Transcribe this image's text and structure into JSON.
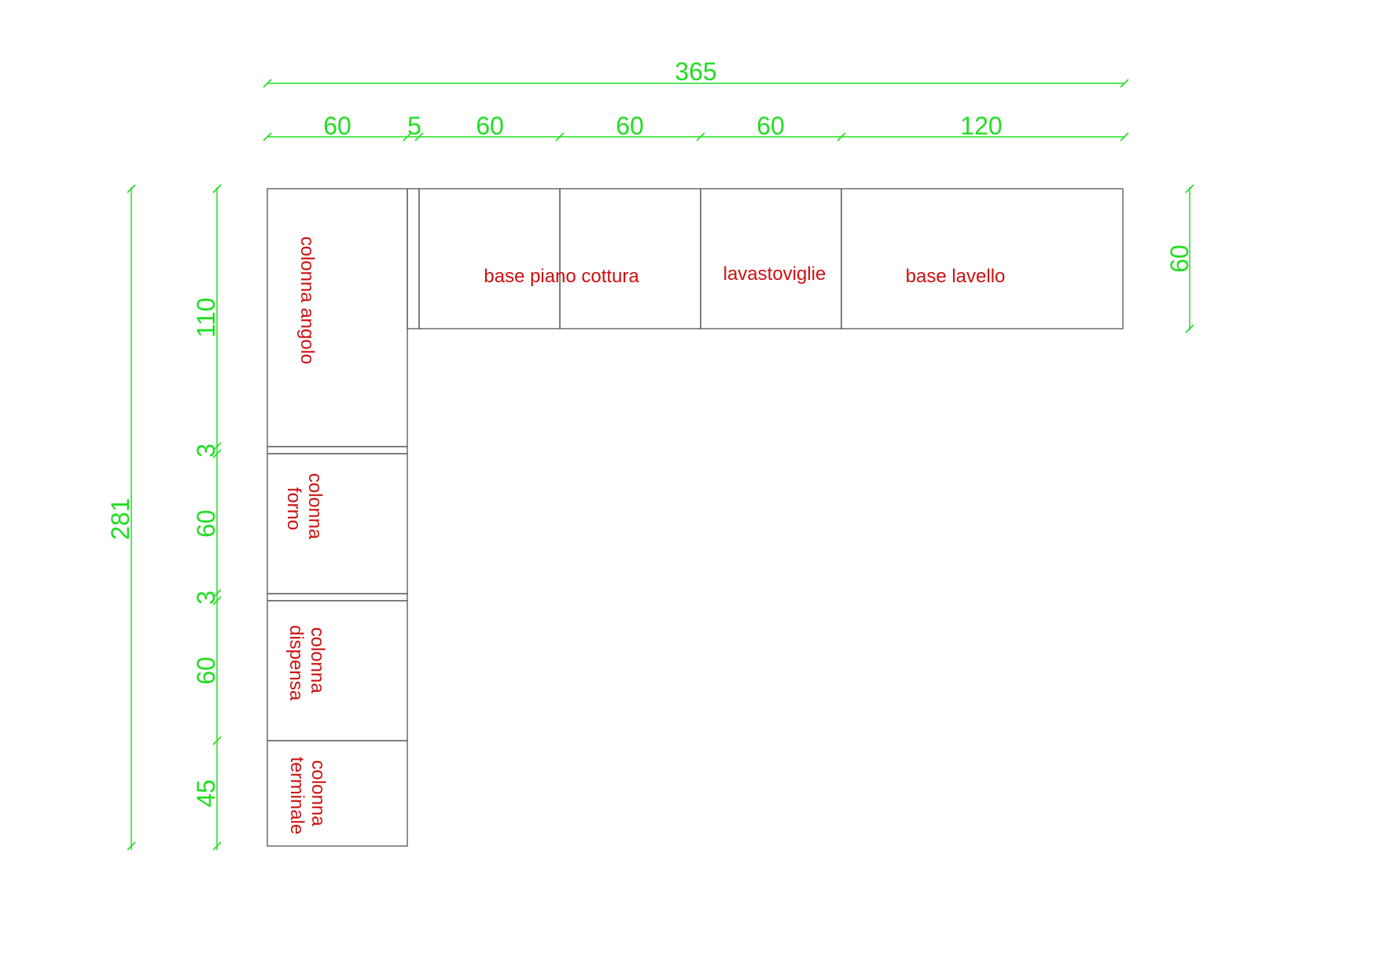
{
  "colors": {
    "dimension": "#22dd22",
    "label": "#cc1111",
    "outline": "#555555",
    "background": "#ffffff"
  },
  "dimensions": {
    "total_width": "365",
    "top_segments": [
      "60",
      "5",
      "60",
      "60",
      "60",
      "120"
    ],
    "total_height": "281",
    "left_segments": [
      "110",
      "3",
      "60",
      "3",
      "60",
      "45"
    ],
    "right_depth": "60"
  },
  "labels": {
    "colonna_angolo": "colonna angolo",
    "base_piano_cottura": "base piano cottura",
    "lavastoviglie": "lavastoviglie",
    "base_lavello": "base lavello",
    "colonna_forno": [
      "colonna",
      "forno"
    ],
    "colonna_dispensa": [
      "colonna",
      "dispensa"
    ],
    "colonna_terminale": [
      "colonna",
      "terminale"
    ]
  }
}
